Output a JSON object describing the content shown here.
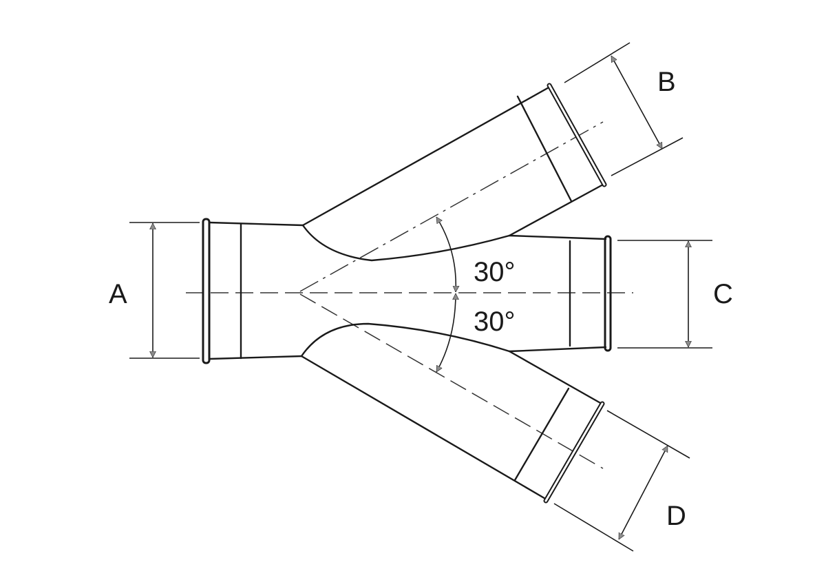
{
  "labels": {
    "a": "A",
    "b": "B",
    "c": "C",
    "d": "D",
    "angle_upper": "30°",
    "angle_lower": "30°"
  }
}
